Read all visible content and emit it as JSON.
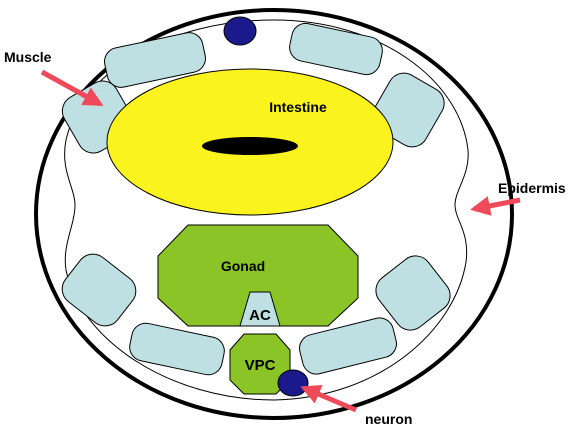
{
  "labels": {
    "intestine": "Intestine",
    "gonad": "Gonad",
    "ac": "AC",
    "vpc": "VPC",
    "muscle": "Muscle",
    "epidermis": "Epidermis",
    "neuron": "neuron"
  },
  "colors": {
    "cuticle": "#000000",
    "body_fill": "#ffffff",
    "muscle": "#bfe0e3",
    "intestine": "#fbf31e",
    "lumen": "#000000",
    "gonad": "#8bc426",
    "ac": "#bfe0e3",
    "neuron": "#1a1a8c",
    "arrow": "#ef4a5a"
  }
}
